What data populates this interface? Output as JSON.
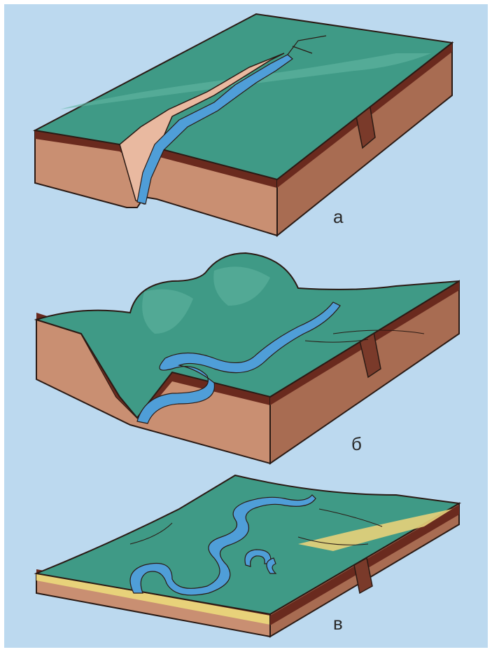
{
  "stages": [
    {
      "id": "a",
      "label": "а"
    },
    {
      "id": "b",
      "label": "б"
    },
    {
      "id": "c",
      "label": "в"
    }
  ],
  "colors": {
    "background": "#bcd9ef",
    "surface": "#3f9a86",
    "surface_light": "#62b7a3",
    "soil_dark": "#6a2a1e",
    "rock": "#c98f72",
    "rock_dark": "#a86c52",
    "water": "#4f9ed8",
    "bank": "#e9b9a0",
    "sand": "#e8d27a",
    "outline": "#2a1a14"
  }
}
